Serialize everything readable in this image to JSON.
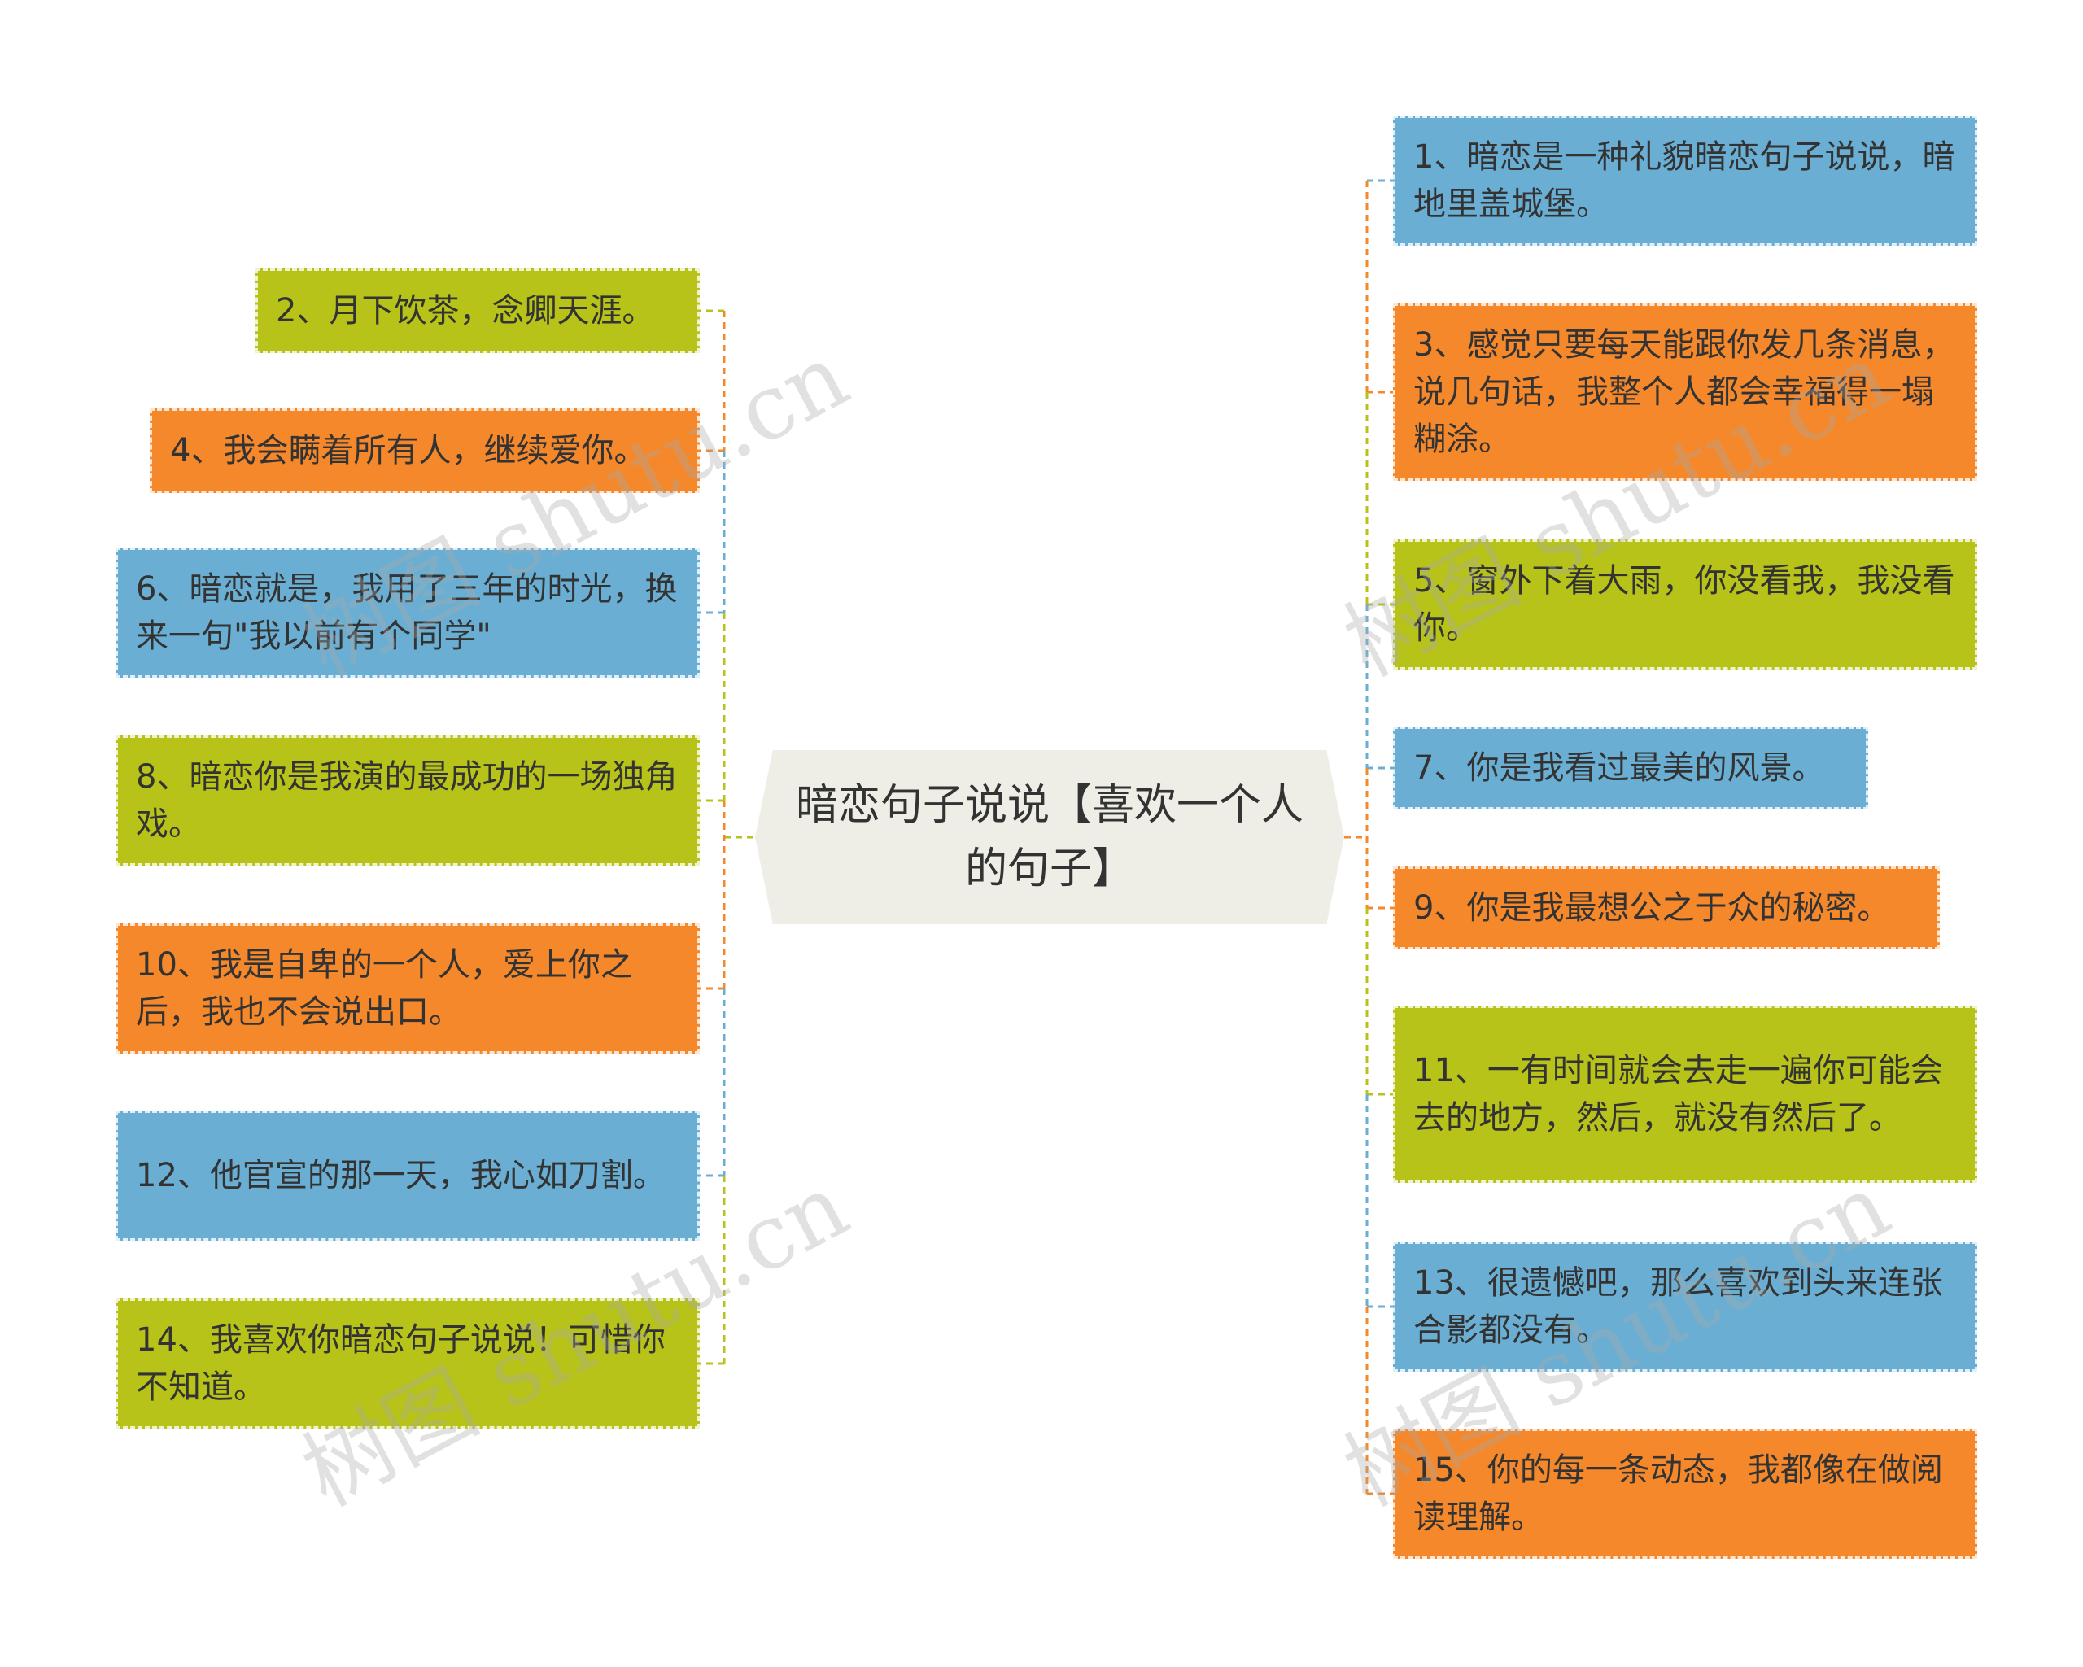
{
  "colors": {
    "blue": "#6aafd3",
    "orange": "#f5882b",
    "green": "#b7c319",
    "central_bg": "#eeeee6"
  },
  "central": {
    "title": "暗恋句子说说【喜欢一个人的句子】"
  },
  "left_nodes": [
    {
      "text": "2、月下饮茶，念卿天涯。",
      "color": "green"
    },
    {
      "text": "4、我会瞒着所有人，继续爱你。",
      "color": "orange"
    },
    {
      "text": "6、暗恋就是，我用了三年的时光，换来一句\"我以前有个同学\"",
      "color": "blue"
    },
    {
      "text": "8、暗恋你是我演的最成功的一场独角戏。",
      "color": "green"
    },
    {
      "text": "10、我是自卑的一个人，爱上你之后，我也不会说出口。",
      "color": "orange"
    },
    {
      "text": "12、他官宣的那一天，我心如刀割。",
      "color": "blue"
    },
    {
      "text": "14、我喜欢你暗恋句子说说！可惜你不知道。",
      "color": "green"
    }
  ],
  "right_nodes": [
    {
      "text": "1、暗恋是一种礼貌暗恋句子说说，暗地里盖城堡。",
      "color": "blue"
    },
    {
      "text": "3、感觉只要每天能跟你发几条消息，说几句话，我整个人都会幸福得一塌糊涂。",
      "color": "orange"
    },
    {
      "text": "5、窗外下着大雨，你没看我，我没看你。",
      "color": "green"
    },
    {
      "text": "7、你是我看过最美的风景。",
      "color": "blue"
    },
    {
      "text": "9、你是我最想公之于众的秘密。",
      "color": "orange"
    },
    {
      "text": "11、一有时间就会去走一遍你可能会去的地方，然后，就没有然后了。",
      "color": "green"
    },
    {
      "text": "13、很遗憾吧，那么喜欢到头来连张合影都没有。",
      "color": "blue"
    },
    {
      "text": "15、你的每一条动态，我都像在做阅读理解。",
      "color": "orange"
    }
  ],
  "watermarks": [
    "树图 shutu.cn",
    "树图 shutu.cn",
    "树图 shutu.cn",
    "树图 shutu.cn"
  ]
}
